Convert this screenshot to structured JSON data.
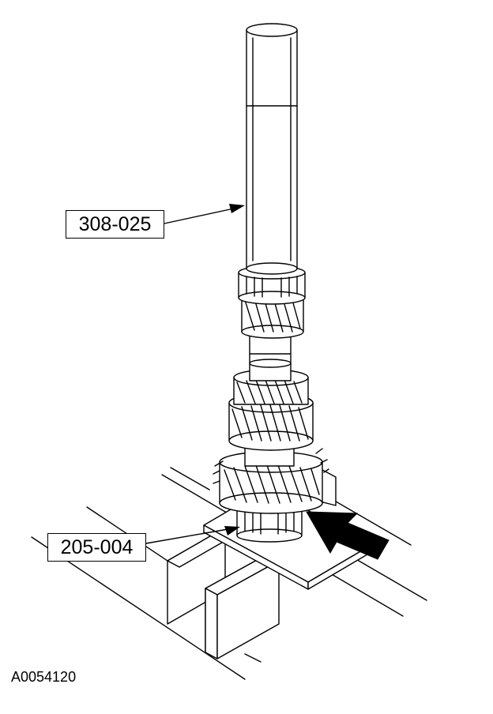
{
  "callouts": {
    "upper_label": "308-025",
    "lower_label": "205-004"
  },
  "figure_id": "A0054120",
  "colors": {
    "ink": "#000000",
    "paper": "#ffffff"
  }
}
